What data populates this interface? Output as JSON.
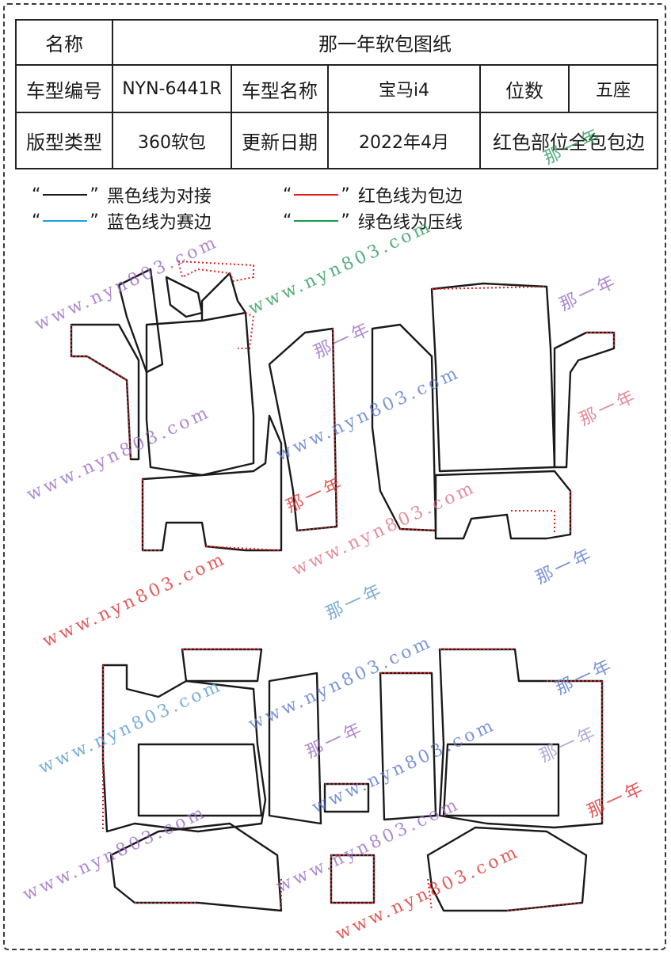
{
  "table": {
    "name_label": "名称",
    "name_value": "那一年软包图纸",
    "model_no_label": "车型编号",
    "model_no_value": "NYN-6441R",
    "model_name_label": "车型名称",
    "model_name_value": "宝马i4",
    "seats_label": "位数",
    "seats_value": "五座",
    "type_label": "版型类型",
    "type_value": "360软包",
    "date_label": "更新日期",
    "date_value": "2022年4月",
    "red_note": "红色部位全包包边"
  },
  "legend": {
    "open_quote": "“",
    "close_quote": "”",
    "black": {
      "label": "黑色线为对接",
      "color": "#1a1a1a"
    },
    "red": {
      "label": "红色线为包边",
      "color": "#e02020"
    },
    "blue": {
      "label": "蓝色线为赛边",
      "color": "#1e9fe0"
    },
    "green": {
      "label": "绿色线为压线",
      "color": "#1a9a4a"
    }
  },
  "watermarks": {
    "site": "www.nyn803.com",
    "brand": "那一年",
    "colors": {
      "purple": "#9a6cc8",
      "green": "#2a9a5a",
      "red": "#e03030",
      "blue": "#5a7ad0",
      "pink": "#e07080"
    }
  }
}
